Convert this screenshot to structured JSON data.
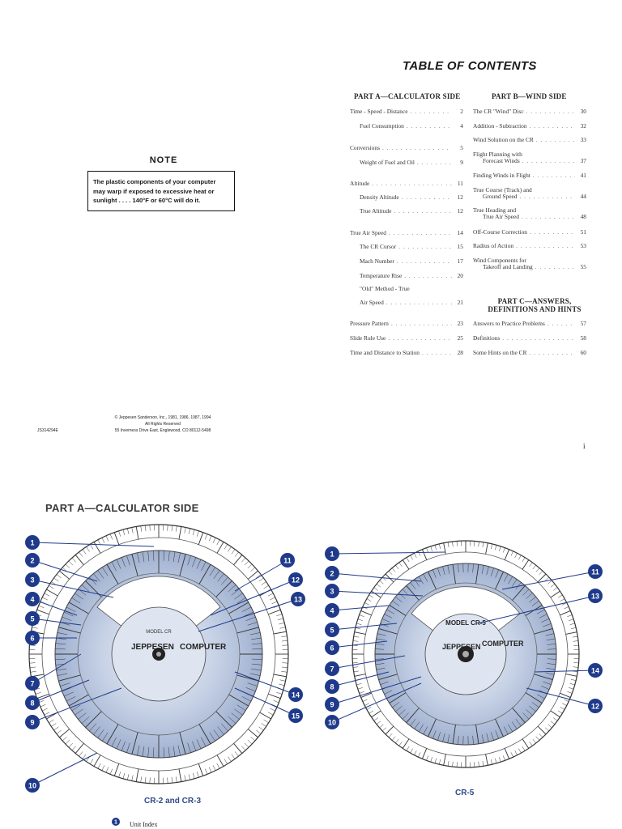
{
  "note": {
    "title": "NOTE",
    "lines": [
      "The plastic components of your computer",
      "may warp if exposed to excessive heat or",
      "sunlight . . . . 140°F  or 60°C  will do it."
    ]
  },
  "copyright": {
    "lines": [
      "© Jeppesen Sanderson, Inc., 1981, 1986, 1987, 1994",
      "All Rights Reserved",
      "55 Inverness Drive East, Englewood, CO 80112-5498"
    ],
    "doc_id": "JS314294E"
  },
  "page_number": "i",
  "toc": {
    "title": "TABLE OF CONTENTS",
    "part_a_heading": "PART A—CALCULATOR SIDE",
    "part_b_heading": "PART B—WIND SIDE",
    "part_c_heading": [
      "PART C—ANSWERS,",
      "DEFINITIONS AND HINTS"
    ],
    "part_a": [
      {
        "title": "Time - Speed - Distance",
        "page": "2"
      },
      {
        "title": "Fuel Consumption",
        "page": "4"
      },
      {
        "title": "Conversions",
        "page": "5"
      },
      {
        "title": "Weight of Fuel and Oil",
        "page": "9"
      },
      {
        "title": "Altitude",
        "page": "11"
      },
      {
        "title": "Density Altitude",
        "page": "12"
      },
      {
        "title": "True Altitude",
        "page": "12"
      },
      {
        "title": "True Air Speed",
        "page": "14"
      },
      {
        "title": "The CR Cursor",
        "page": "15"
      },
      {
        "title": "Mach Number",
        "page": "17"
      },
      {
        "title": "Temperature Rise",
        "page": "20"
      },
      {
        "title": "\"Old\" Method - True",
        "page": ""
      },
      {
        "title": "Air Speed",
        "page": "21"
      },
      {
        "title": "Pressure Pattern",
        "page": "23"
      },
      {
        "title": "Slide Rule Use",
        "page": "25"
      },
      {
        "title": "Time and Distance to Station",
        "page": "28"
      }
    ],
    "part_b": [
      {
        "title": "The CR \"Wind\" Disc",
        "page": "30"
      },
      {
        "title": "Addition - Subtraction",
        "page": "32"
      },
      {
        "title": "Wind Solution on the CR",
        "page": "33"
      },
      {
        "title": "Flight Planning with",
        "page": ""
      },
      {
        "title": "Forecast Winds",
        "page": "37"
      },
      {
        "title": "Finding Winds in Flight",
        "page": "41"
      },
      {
        "title": "True Course (Track) and",
        "page": ""
      },
      {
        "title": "Ground Speed",
        "page": "44"
      },
      {
        "title": "True Heading and",
        "page": ""
      },
      {
        "title": "True Air Speed",
        "page": "48"
      },
      {
        "title": "Off-Course Correction",
        "page": "51"
      },
      {
        "title": "Radius of Action",
        "page": "53"
      },
      {
        "title": "Wind Components for",
        "page": ""
      },
      {
        "title": "Takeoff and Landing",
        "page": "55"
      }
    ],
    "part_c": [
      {
        "title": "Answers to Practice Problems",
        "page": "57"
      },
      {
        "title": "Definitions",
        "page": "58"
      },
      {
        "title": "Some Hints on the CR",
        "page": "60"
      }
    ]
  },
  "lower_page": {
    "title": "PART A—CALCULATOR SIDE",
    "caption_left": "CR-2 and CR-3",
    "caption_right": "CR-5",
    "legend": {
      "number": "1",
      "label": "Unit Index"
    },
    "left_callouts": [
      "1",
      "2",
      "3",
      "4",
      "5",
      "6",
      "7",
      "8",
      "9",
      "10",
      "11",
      "12",
      "13",
      "14",
      "15"
    ],
    "right_callouts": [
      "1",
      "2",
      "3",
      "4",
      "5",
      "6",
      "7",
      "8",
      "9",
      "10",
      "11",
      "13",
      "14",
      "12"
    ],
    "disc_left": {
      "brand": "JEPPESEN",
      "word": "COMPUTER",
      "model": "MODEL CR"
    },
    "disc_right": {
      "brand": "JEPPESEN",
      "word": "COMPUTER",
      "model": "MODEL CR-5"
    },
    "colors": {
      "callout": "#1f3a8a",
      "disc_blue": "#c7d2e6",
      "disc_shade": "#9fb0cf"
    }
  }
}
